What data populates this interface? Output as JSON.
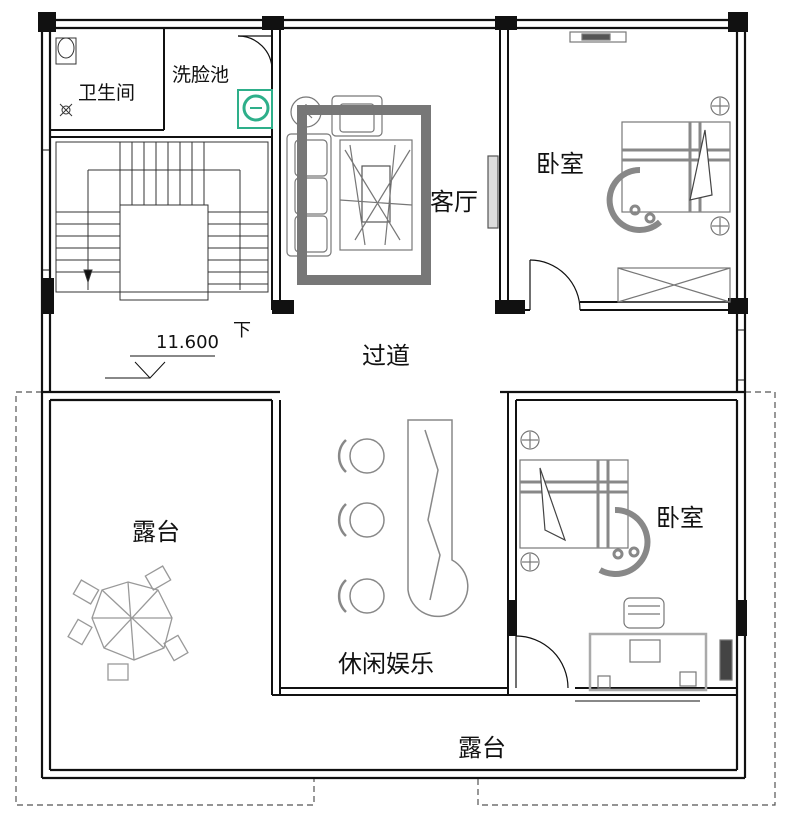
{
  "rooms": {
    "toilet": "卫生间",
    "washbasin": "洗脸池",
    "living_room": "客厅",
    "bedroom_top": "卧室",
    "corridor": "过道",
    "terrace_left": "露台",
    "bedroom_bottom": "卧室",
    "leisure": "休闲娱乐",
    "terrace_bottom": "露台"
  },
  "stair": {
    "elevation": "11.600",
    "down_label": "下"
  },
  "colors": {
    "wall": "#111111",
    "furniture": "#8a8a8a",
    "rug": "#777777",
    "accent": "#2eaf8a"
  }
}
